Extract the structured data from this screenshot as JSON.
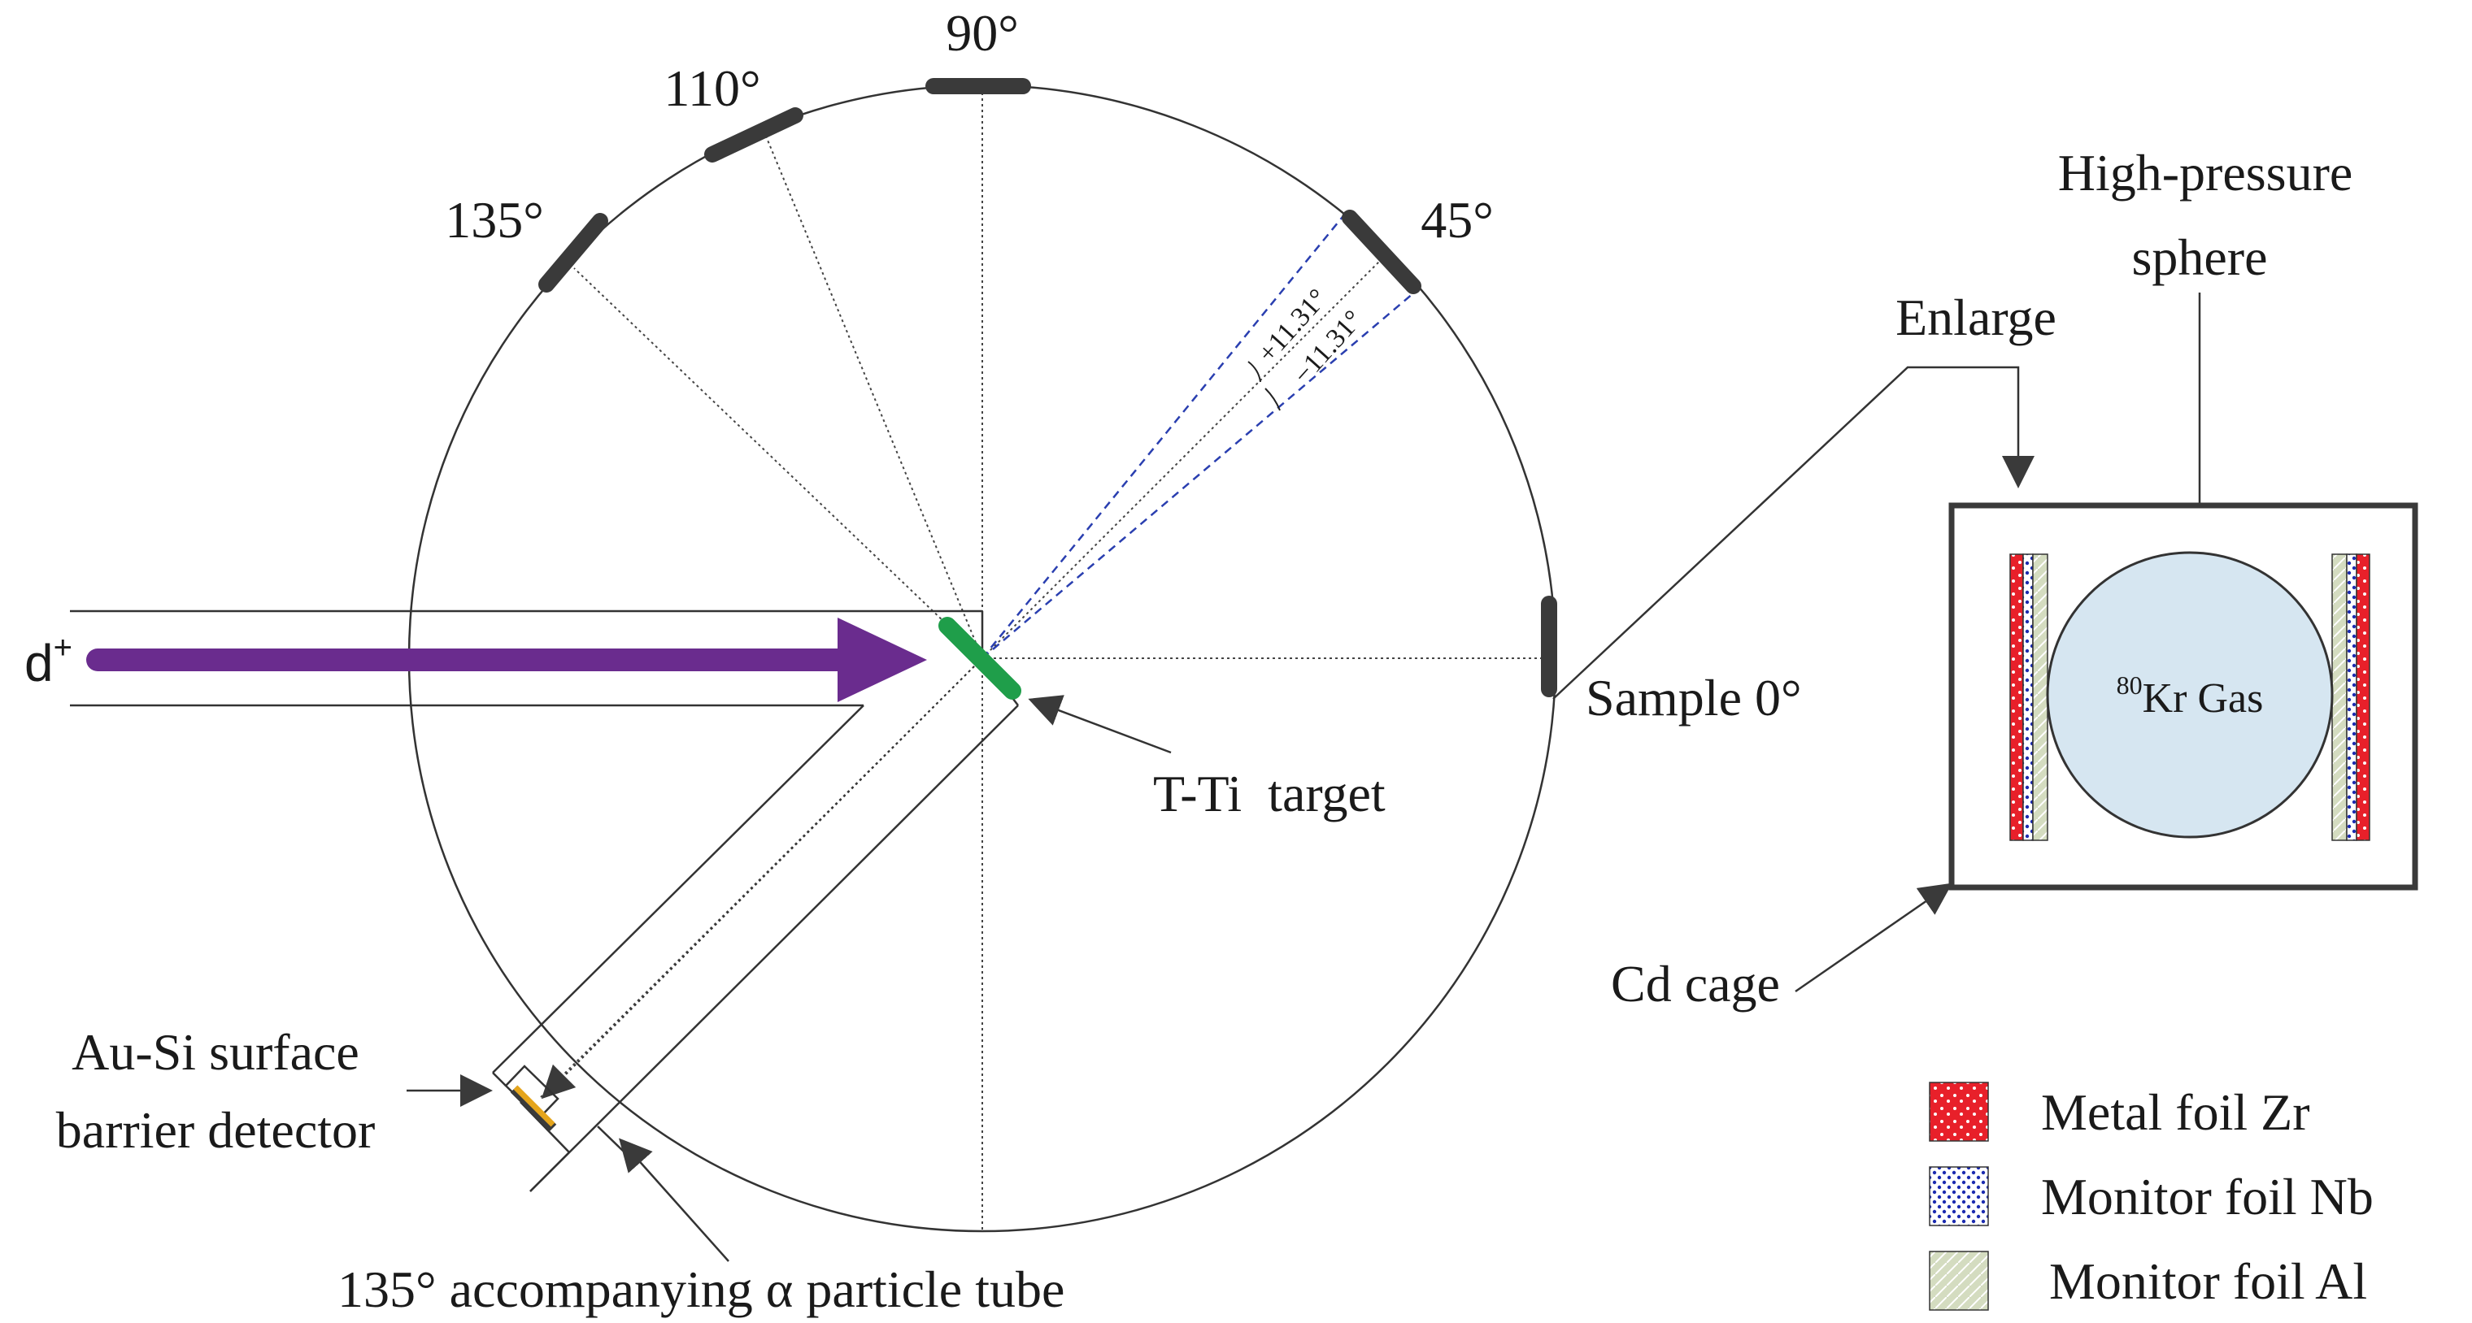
{
  "angles": {
    "a90": "90°",
    "a110": "110°",
    "a135": "135°",
    "a45": "45°",
    "plus_offset": "+11.31°",
    "minus_offset": "−11.31°"
  },
  "beam": {
    "particle": "d",
    "charge": "+"
  },
  "labels": {
    "sample_0": "Sample 0°",
    "target": "T-Ti  target",
    "detector_line1": "Au-Si surface",
    "detector_line2": "barrier detector",
    "alpha_tube": "135° accompanying α particle tube",
    "enlarge": "Enlarge",
    "sphere_line1": "High-pressure",
    "sphere_line2": "sphere",
    "cd_cage": "Cd cage",
    "gas_mass": "80",
    "gas_name": "Kr Gas"
  },
  "legend": [
    {
      "label": "Metal foil Zr",
      "pattern": "zr"
    },
    {
      "label": "Monitor foil Nb",
      "pattern": "nb"
    },
    {
      "label": "Monitor foil Al",
      "pattern": "al"
    }
  ],
  "colors": {
    "beam_arrow": "#6a2c8e",
    "target": "#1f9e4a",
    "detector": "#e5a51c",
    "detector_block": "#3a3a3a",
    "dashed_cone": "#2a3fb0",
    "sphere_fill": "#d6e6f1",
    "zr_red": "#e8202a",
    "nb_blue": "#1b2bb0",
    "al_green": "#d4dcc0"
  }
}
